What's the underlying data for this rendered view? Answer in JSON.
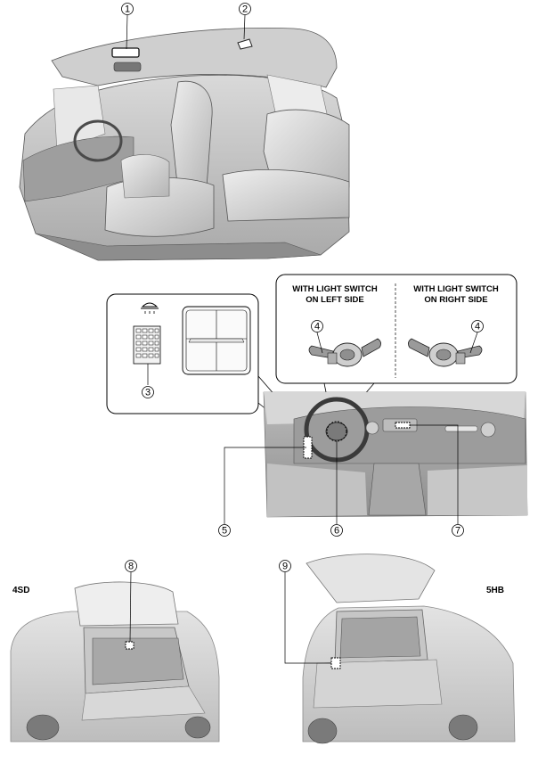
{
  "callouts": {
    "c1": "1",
    "c2": "2",
    "c3": "3",
    "c4a": "4",
    "c4b": "4",
    "c5": "5",
    "c6": "6",
    "c7": "7",
    "c8": "8",
    "c9": "9"
  },
  "switch_panel": {
    "left_line1": "WITH LIGHT SWITCH",
    "left_line2": "ON LEFT SIDE",
    "right_line1": "WITH LIGHT SWITCH",
    "right_line2": "ON RIGHT SIDE"
  },
  "variants": {
    "sedan": "4SD",
    "hatchback": "5HB"
  }
}
